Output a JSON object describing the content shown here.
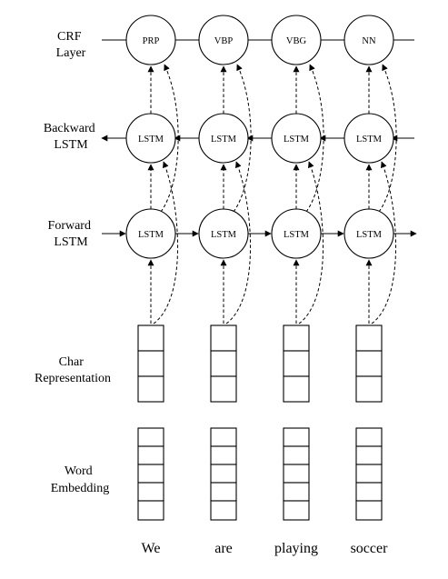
{
  "row_labels": {
    "crf": [
      "CRF",
      "Layer"
    ],
    "backward": [
      "Backward",
      "LSTM"
    ],
    "forward": [
      "Forward",
      "LSTM"
    ],
    "char": [
      "Char",
      "Representation"
    ],
    "word": [
      "Word",
      "Embedding"
    ]
  },
  "crf_tags": [
    "PRP",
    "VBP",
    "VBG",
    "NN"
  ],
  "lstm_label": "LSTM",
  "words": [
    "We",
    "are",
    "playing",
    "soccer"
  ]
}
